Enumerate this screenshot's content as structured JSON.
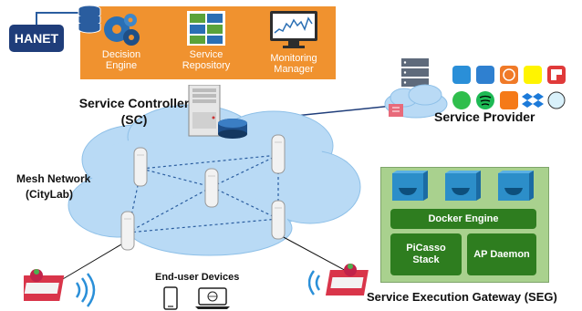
{
  "hanet": {
    "label": "HANET"
  },
  "service_controller": {
    "title": "Service Controller",
    "abbr": "(SC)",
    "components": [
      {
        "label_line1": "Decision",
        "label_line2": "Engine",
        "icon": "gears-icon"
      },
      {
        "label_line1": "Service",
        "label_line2": "Repository",
        "icon": "containers-icon"
      },
      {
        "label_line1": "Monitoring",
        "label_line2": "Manager",
        "icon": "monitor-chart-icon"
      }
    ]
  },
  "service_provider": {
    "label": "Service Provider"
  },
  "mesh_network": {
    "line1": "Mesh Network",
    "line2": "(CityLab)"
  },
  "end_user": {
    "label": "End-user Devices"
  },
  "seg": {
    "label": "Service Execution Gateway (SEG)",
    "docker_engine": "Docker Engine",
    "picasso_line1": "PiCasso",
    "picasso_line2": "Stack",
    "ap_daemon": "AP Daemon"
  },
  "colors": {
    "orange_panel": "#f0922f",
    "green_panel": "#a9d18e",
    "dark_green": "#2e7d1f",
    "hanet_blue": "#1f3d7a",
    "cloud_blue": "#b9daf5",
    "docker_blue": "#2c8ec9"
  }
}
